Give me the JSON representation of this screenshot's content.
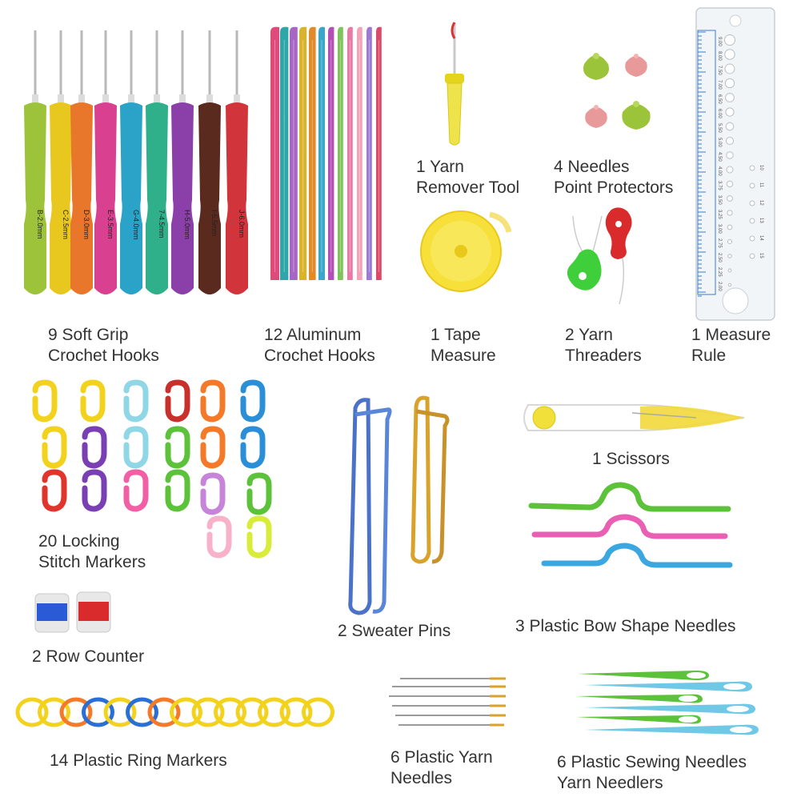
{
  "labels": {
    "soft_grip_hooks": "9 Soft Grip\nCrochet Hooks",
    "aluminum_hooks": "12 Aluminum\nCrochet Hooks",
    "yarn_remover": "1  Yarn\nRemover Tool",
    "point_protectors": "4 Needles\nPoint Protectors",
    "tape_measure": "1 Tape\nMeasure",
    "yarn_threaders": "2  Yarn\nThreaders",
    "measure_rule": "1 Measure\nRule",
    "stitch_markers": "20 Locking\nStitch Markers",
    "sweater_pins": "2 Sweater Pins",
    "scissors": "1 Scissors",
    "bow_needles": "3 Plastic Bow Shape Needles",
    "row_counter": "2 Row Counter",
    "ring_markers": "14 Plastic Ring Markers",
    "yarn_needles": "6 Plastic Yarn\nNeedles",
    "sewing_needles": "6 Plastic Sewing Needles\nYarn Needlers"
  },
  "hook_sizes": [
    "B-2.0mm",
    "C-2.5mm",
    "D-3.0mm",
    "E-3.5mm",
    "G-4.0mm",
    "7-4.5mm",
    "H-5.0mm",
    "I-5.5mm",
    "J-6.0mm"
  ],
  "colors": {
    "soft_grip": [
      "#9dc33b",
      "#e8c81f",
      "#e8762b",
      "#d9408f",
      "#2ba3c8",
      "#2fb08a",
      "#8b3fa8",
      "#5a2a1e",
      "#d1343b"
    ],
    "aluminum": [
      "#e04a7a",
      "#2fa6a8",
      "#a866c4",
      "#d9b42a",
      "#e28a2a",
      "#3aa7c9",
      "#b54fb8",
      "#7ec45a",
      "#e87aa8",
      "#f2a3b8",
      "#9b7ad4",
      "#d94b6a"
    ],
    "markers": [
      "#f2d21c",
      "#f2d21c",
      "#8fd6e6",
      "#c9302c",
      "#f47a2a",
      "#2a8fd6",
      "#f2d21c",
      "#7a3fb3",
      "#8fd6e6",
      "#5cc23a",
      "#f47a2a",
      "#2a8fd6",
      "#e0352c",
      "#7a3fb3",
      "#f25fa4",
      "#5cc23a",
      "#c785d9",
      "#5cc23a",
      "#f7b2c9",
      "#d9ec3a"
    ],
    "rings": [
      "#f2d21c",
      "#f2d21c",
      "#f47a2a",
      "#2a6fd6",
      "#f2d21c",
      "#2a6fd6",
      "#f47a2a",
      "#f2d21c",
      "#f2d21c",
      "#f2d21c",
      "#f2d21c",
      "#f2d21c",
      "#f2d21c",
      "#f2d21c"
    ]
  },
  "ruler": {
    "top_marks": [
      "2.00",
      "2.25",
      "2.50",
      "2.75",
      "3.00",
      "3.25",
      "3.50",
      "3.75",
      "4.00",
      "4.50",
      "5.00",
      "5.50",
      "6.00",
      "6.50",
      "7.00",
      "7.50",
      "8.00",
      "9.00"
    ],
    "right_marks": [
      "10",
      "11",
      "12",
      "13",
      "14",
      "15"
    ]
  }
}
